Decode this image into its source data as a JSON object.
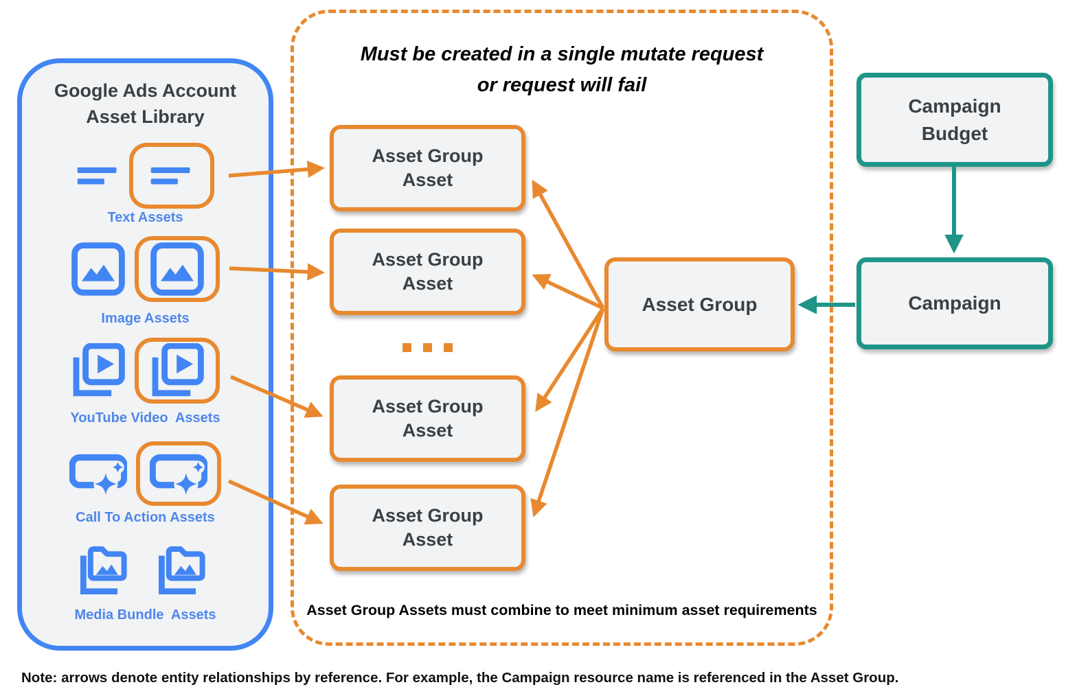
{
  "colors": {
    "blue": "#4285F4",
    "blue_label": "#4E86EC",
    "orange": "#E8892F",
    "teal": "#1F9587",
    "box_fill": "#F1F3F4",
    "dark_text": "#3C4043"
  },
  "asset_library": {
    "title_lines": [
      "Google Ads Account",
      "Asset Library"
    ],
    "items": [
      {
        "label": "Text Assets",
        "icon": "text-lines-icon"
      },
      {
        "label": "Image Assets",
        "icon": "image-icon"
      },
      {
        "label": "YouTube Video  Assets",
        "icon": "youtube-play-icon"
      },
      {
        "label": "Call To Action Assets",
        "icon": "call-to-action-icon"
      },
      {
        "label": "Media Bundle  Assets",
        "icon": "media-bundle-icon"
      }
    ]
  },
  "mutate_box": {
    "title_lines": [
      "Must be created in a single mutate request",
      "or request will fail"
    ],
    "asset_group_assets": [
      "Asset Group Asset",
      "Asset Group Asset",
      "Asset Group Asset",
      "Asset Group Asset"
    ],
    "ellipsis": "...",
    "asset_group_label": "Asset Group",
    "caption": "Asset Group Assets must combine to meet minimum asset requirements"
  },
  "campaign_flow": {
    "campaign_budget_label": "Campaign Budget",
    "campaign_label": "Campaign"
  },
  "note": "Note: arrows denote entity relationships by reference. For example, the Campaign resource name is referenced in the Asset Group."
}
